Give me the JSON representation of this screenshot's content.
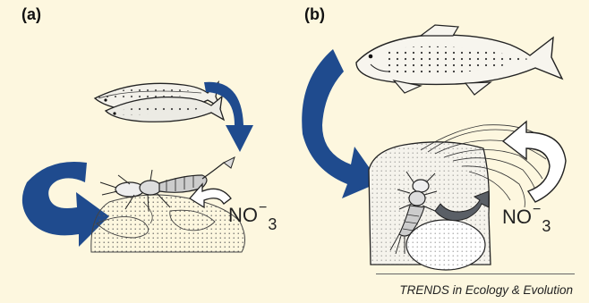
{
  "figure": {
    "panel_a_label": "(a)",
    "panel_b_label": "(b)",
    "nitrate_label_a": {
      "base": "NO",
      "sup": "−",
      "sub": "3"
    },
    "nitrate_label_b": {
      "base": "NO",
      "sup": "−",
      "sub": "3"
    },
    "credit": "TRENDS in Ecology & Evolution"
  },
  "colors": {
    "background": "#fdf7df",
    "arrow_blue": "#1f4b8e",
    "ink": "#222222"
  },
  "icons": [
    "small-trout-pair-illustration",
    "mayfly-nymph-illustration",
    "large-trout-illustration",
    "stone-with-algae-illustration"
  ]
}
